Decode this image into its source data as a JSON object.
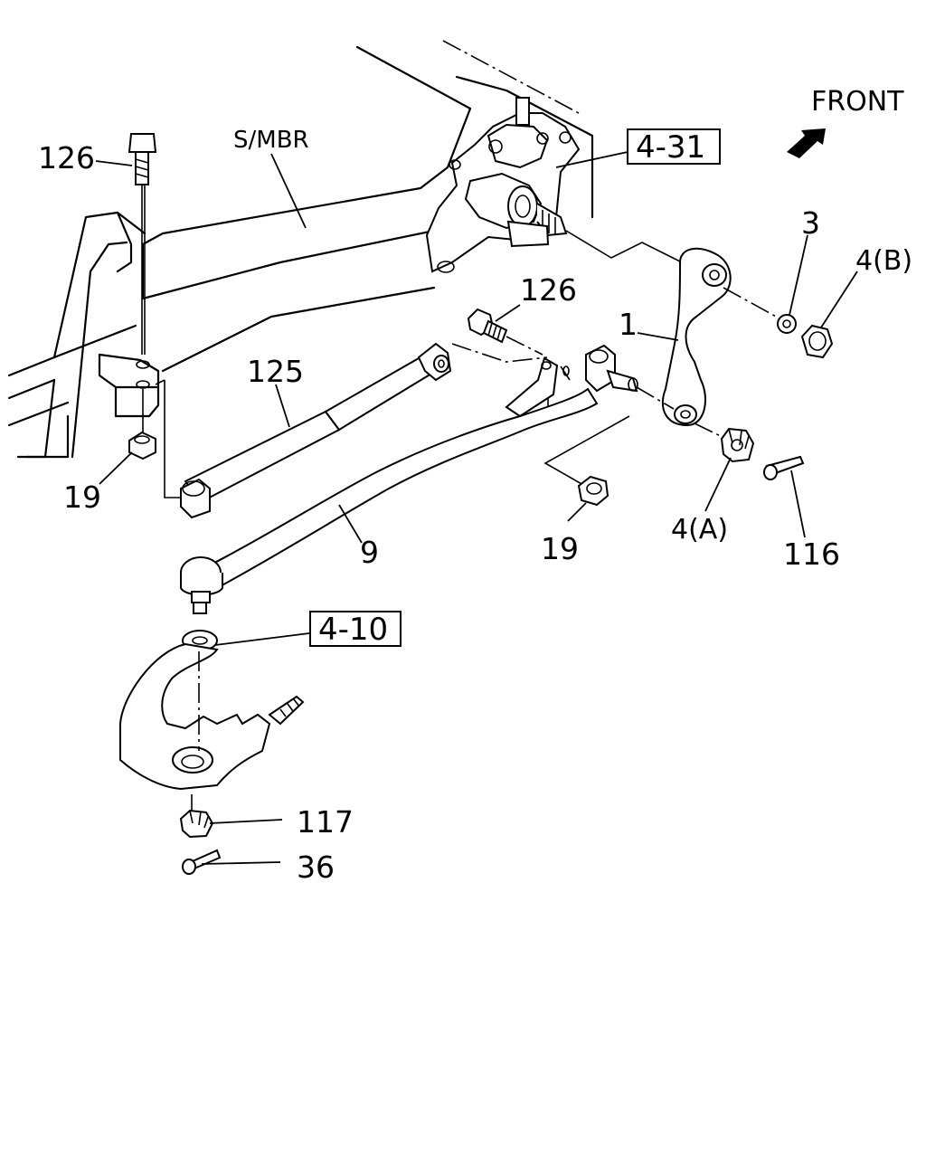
{
  "diagram": {
    "front_label": "FRONT",
    "callouts": {
      "bolt_top": "126",
      "side_member": "S/MBR",
      "gearbox_ref": "4-31",
      "washer": "3",
      "nut_b": "4(B)",
      "bolt_mid": "126",
      "pitman_arm": "1",
      "damper": "125",
      "nut_left": "19",
      "drag_link": "9",
      "nut_center": "19",
      "nut_a": "4(A)",
      "cotter_pin_right": "116",
      "knuckle_ref": "4-10",
      "castle_nut": "117",
      "cotter_pin_bottom": "36"
    }
  }
}
